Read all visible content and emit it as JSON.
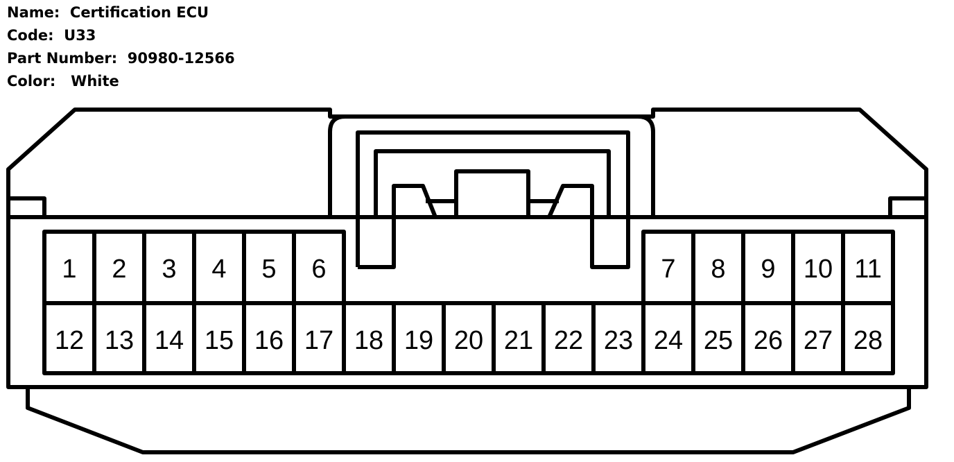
{
  "connector_info": {
    "name_label": "Name:",
    "name_value": "Certification ECU",
    "code_label": "Code:",
    "code_value": "U33",
    "part_label": "Part Number:",
    "part_value": "90980-12566",
    "color_label": "Color:",
    "color_value": "White"
  },
  "pins_top_left": [
    "1",
    "2",
    "3",
    "4",
    "5",
    "6"
  ],
  "pins_top_right": [
    "7",
    "8",
    "9",
    "10",
    "11"
  ],
  "pins_bottom": [
    "12",
    "13",
    "14",
    "15",
    "16",
    "17",
    "18",
    "19",
    "20",
    "21",
    "22",
    "23",
    "24",
    "25",
    "26",
    "27",
    "28"
  ],
  "colors": {
    "stroke": "#000000",
    "background": "#ffffff"
  }
}
